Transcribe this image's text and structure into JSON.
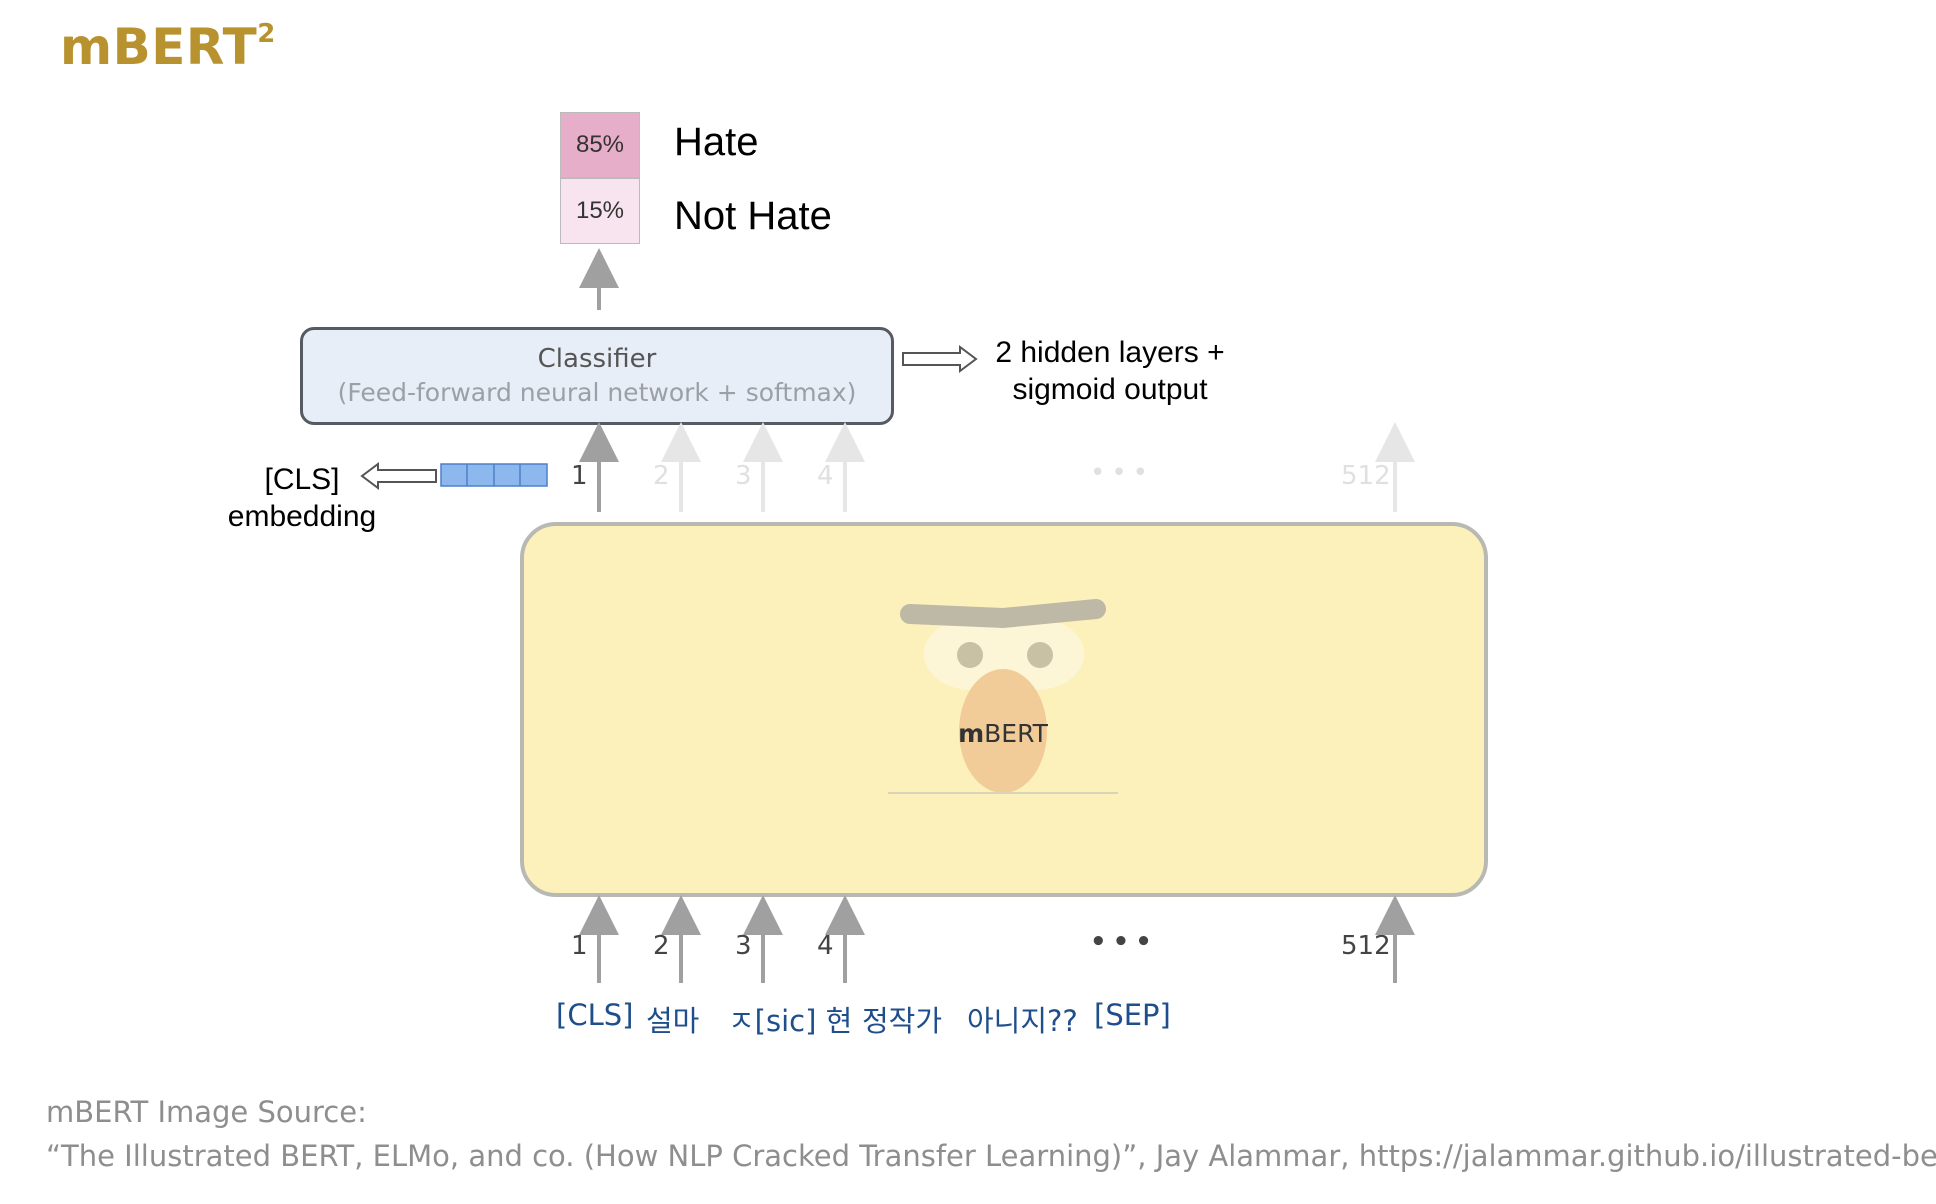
{
  "title": {
    "text": "mBERT",
    "superscript": "2"
  },
  "output": {
    "rows": [
      {
        "percent": "85%",
        "label": "Hate",
        "color": "#e6aec9"
      },
      {
        "percent": "15%",
        "label": "Not Hate",
        "color": "#f7e4ee"
      }
    ]
  },
  "classifier": {
    "title": "Classifier",
    "subtitle": "(Feed-forward neural network + softmax)",
    "note_line1": "2 hidden layers +",
    "note_line2": "sigmoid output"
  },
  "cls_embedding": {
    "line1": "[CLS]",
    "line2": "embedding",
    "color": "#8cb8ee"
  },
  "output_positions": [
    "1",
    "2",
    "3",
    "4",
    "512"
  ],
  "input_positions": [
    "1",
    "2",
    "3",
    "4",
    "512"
  ],
  "ellipsis": "•••",
  "model": {
    "label_bold": "m",
    "label_rest": "BERT",
    "box_color": "#fdf1bb"
  },
  "tokens": [
    "[CLS]",
    "설마",
    "ㅈ[sic] 현",
    "정작가",
    "아니지??",
    "[SEP]"
  ],
  "source": {
    "line1": "mBERT Image Source:",
    "line2": "“The Illustrated BERT, ELMo, and co. (How NLP Cracked Transfer Learning)”, Jay Alammar, https://jalammar.github.io/illustrated-bert/"
  },
  "colors": {
    "title": "#b8922e",
    "token_text": "#1f4e8c",
    "arrow": "#a0a0a0"
  }
}
